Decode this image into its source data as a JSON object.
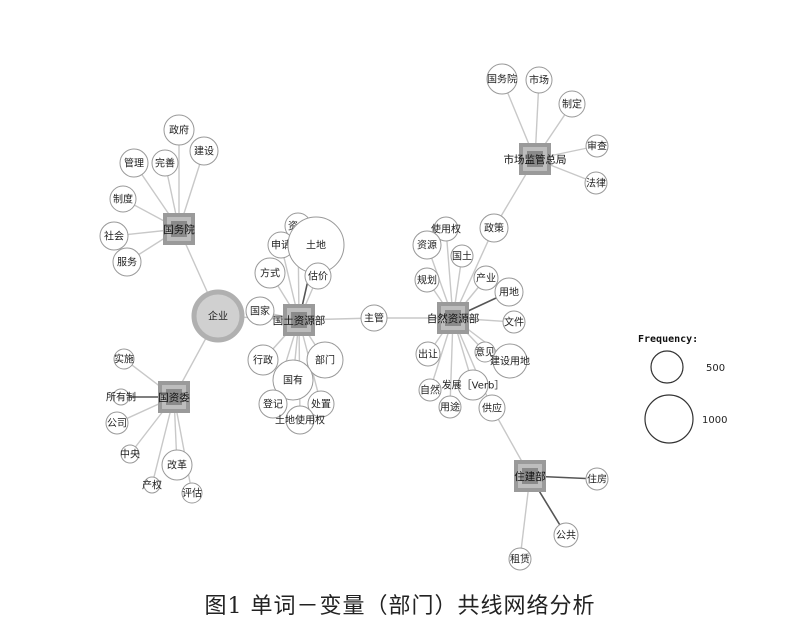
{
  "caption": "图1  单词－变量（部门）共线网络分析",
  "colors": {
    "edge": "#c8c8c8",
    "edge_strong": "#555555",
    "node_stroke": "#999999",
    "hub_outer": "#9a9a9a",
    "hub_inner": "#bdbdbd",
    "hub_core": "#8a8a8a",
    "enterprise_fill": "#d0d0d0"
  },
  "hubs": [
    {
      "id": "guowuyuan",
      "label": "国务院"
    },
    {
      "id": "guoziwei",
      "label": "国资委"
    },
    {
      "id": "guotu",
      "label": "国土资源部"
    },
    {
      "id": "ziran",
      "label": "自然资源部"
    },
    {
      "id": "shichang",
      "label": "市场监管总局"
    },
    {
      "id": "zhujian",
      "label": "住建部"
    }
  ],
  "words": [
    {
      "id": "w_zhengfu",
      "label": "政府"
    },
    {
      "id": "w_guanli",
      "label": "管理"
    },
    {
      "id": "w_wanshan",
      "label": "完善"
    },
    {
      "id": "w_jianshe",
      "label": "建设"
    },
    {
      "id": "w_zhidu",
      "label": "制度"
    },
    {
      "id": "w_shehui",
      "label": "社会"
    },
    {
      "id": "w_fuwu",
      "label": "服务"
    },
    {
      "id": "w_qiye",
      "label": "企业"
    },
    {
      "id": "w_shishi",
      "label": "实施"
    },
    {
      "id": "w_suoyouzhi",
      "label": "所有制"
    },
    {
      "id": "w_gongsi",
      "label": "公司"
    },
    {
      "id": "w_zhongyang",
      "label": "中央"
    },
    {
      "id": "w_gaige",
      "label": "改革"
    },
    {
      "id": "w_chanquan",
      "label": "产权"
    },
    {
      "id": "w_pinggu",
      "label": "评估"
    },
    {
      "id": "w_zichan",
      "label": "资产"
    },
    {
      "id": "w_shenqing",
      "label": "申请"
    },
    {
      "id": "w_tudi",
      "label": "土地"
    },
    {
      "id": "w_fangshi",
      "label": "方式"
    },
    {
      "id": "w_gujia",
      "label": "估价"
    },
    {
      "id": "w_guojia",
      "label": "国家"
    },
    {
      "id": "w_xingzheng",
      "label": "行政"
    },
    {
      "id": "w_bumen",
      "label": "部门"
    },
    {
      "id": "w_guoyou",
      "label": "国有"
    },
    {
      "id": "w_dengji",
      "label": "登记"
    },
    {
      "id": "w_chuzhi",
      "label": "处置"
    },
    {
      "id": "w_tudishiyongquan",
      "label": "土地使用权"
    },
    {
      "id": "w_zhuguan",
      "label": "主管"
    },
    {
      "id": "w_shiyongquan",
      "label": "使用权"
    },
    {
      "id": "w_ziyuan",
      "label": "资源"
    },
    {
      "id": "w_zhengce",
      "label": "政策"
    },
    {
      "id": "w_guotu",
      "label": "国土"
    },
    {
      "id": "w_guihua",
      "label": "规划"
    },
    {
      "id": "w_chanye",
      "label": "产业"
    },
    {
      "id": "w_yongdi",
      "label": "用地"
    },
    {
      "id": "w_wenjian",
      "label": "文件"
    },
    {
      "id": "w_chushou",
      "label": "出让"
    },
    {
      "id": "w_yijian",
      "label": "意见"
    },
    {
      "id": "w_jiansheyongdi",
      "label": "建设用地"
    },
    {
      "id": "w_ziran",
      "label": "自然"
    },
    {
      "id": "w_fazhan",
      "label": "发展［Verb］"
    },
    {
      "id": "w_yongtu",
      "label": "用途"
    },
    {
      "id": "w_gongying",
      "label": "供应"
    },
    {
      "id": "w_guowuyuan2",
      "label": "国务院"
    },
    {
      "id": "w_shichang",
      "label": "市场"
    },
    {
      "id": "w_zhiding",
      "label": "制定"
    },
    {
      "id": "w_shencha",
      "label": "审查"
    },
    {
      "id": "w_falv",
      "label": "法律"
    },
    {
      "id": "w_zhufang",
      "label": "住房"
    },
    {
      "id": "w_gonggong",
      "label": "公共"
    },
    {
      "id": "w_zulin",
      "label": "租赁"
    }
  ],
  "edges": [
    [
      "guowuyuan",
      "w_zhengfu"
    ],
    [
      "guowuyuan",
      "w_guanli"
    ],
    [
      "guowuyuan",
      "w_wanshan"
    ],
    [
      "guowuyuan",
      "w_jianshe"
    ],
    [
      "guowuyuan",
      "w_zhidu"
    ],
    [
      "guowuyuan",
      "w_shehui"
    ],
    [
      "guowuyuan",
      "w_fuwu"
    ],
    [
      "guowuyuan",
      "w_qiye"
    ],
    [
      "guoziwei",
      "w_qiye"
    ],
    [
      "guoziwei",
      "w_shishi"
    ],
    [
      "guoziwei",
      "w_suoyouzhi"
    ],
    [
      "guoziwei",
      "w_gongsi"
    ],
    [
      "guoziwei",
      "w_zhongyang"
    ],
    [
      "guoziwei",
      "w_gaige"
    ],
    [
      "guoziwei",
      "w_chanquan"
    ],
    [
      "guoziwei",
      "w_pinggu"
    ],
    [
      "guotu",
      "w_qiye"
    ],
    [
      "guotu",
      "w_zichan"
    ],
    [
      "guotu",
      "w_shenqing"
    ],
    [
      "guotu",
      "w_tudi"
    ],
    [
      "guotu",
      "w_fangshi"
    ],
    [
      "guotu",
      "w_gujia"
    ],
    [
      "guotu",
      "w_guojia"
    ],
    [
      "guotu",
      "w_xingzheng"
    ],
    [
      "guotu",
      "w_bumen"
    ],
    [
      "guotu",
      "w_guoyou"
    ],
    [
      "guotu",
      "w_dengji"
    ],
    [
      "guotu",
      "w_chuzhi"
    ],
    [
      "guotu",
      "w_tudishiyongquan"
    ],
    [
      "guotu",
      "w_zhuguan"
    ],
    [
      "ziran",
      "w_zhuguan"
    ],
    [
      "ziran",
      "w_shiyongquan"
    ],
    [
      "ziran",
      "w_ziyuan"
    ],
    [
      "ziran",
      "w_zhengce"
    ],
    [
      "ziran",
      "w_guotu"
    ],
    [
      "ziran",
      "w_guihua"
    ],
    [
      "ziran",
      "w_chanye"
    ],
    [
      "ziran",
      "w_yongdi"
    ],
    [
      "ziran",
      "w_wenjian"
    ],
    [
      "ziran",
      "w_chushou"
    ],
    [
      "ziran",
      "w_yijian"
    ],
    [
      "ziran",
      "w_jiansheyongdi"
    ],
    [
      "ziran",
      "w_ziran"
    ],
    [
      "ziran",
      "w_fazhan"
    ],
    [
      "ziran",
      "w_yongtu"
    ],
    [
      "ziran",
      "w_gongying"
    ],
    [
      "shichang",
      "w_guowuyuan2"
    ],
    [
      "shichang",
      "w_shichang"
    ],
    [
      "shichang",
      "w_zhiding"
    ],
    [
      "shichang",
      "w_shencha"
    ],
    [
      "shichang",
      "w_falv"
    ],
    [
      "shichang",
      "w_zhengce"
    ],
    [
      "zhujian",
      "w_gongying"
    ],
    [
      "zhujian",
      "w_zhufang"
    ],
    [
      "zhujian",
      "w_gonggong"
    ],
    [
      "zhujian",
      "w_zulin"
    ]
  ],
  "strong_edges": [
    [
      "guoziwei",
      "w_suoyouzhi"
    ],
    [
      "guotu",
      "w_tudi"
    ],
    [
      "ziran",
      "w_yongdi"
    ],
    [
      "zhujian",
      "w_zhufang"
    ],
    [
      "zhujian",
      "w_gonggong"
    ]
  ],
  "legend": {
    "title": "Frequency:",
    "items": [
      {
        "value": 500,
        "label": "500"
      },
      {
        "value": 1000,
        "label": "1000"
      }
    ]
  }
}
